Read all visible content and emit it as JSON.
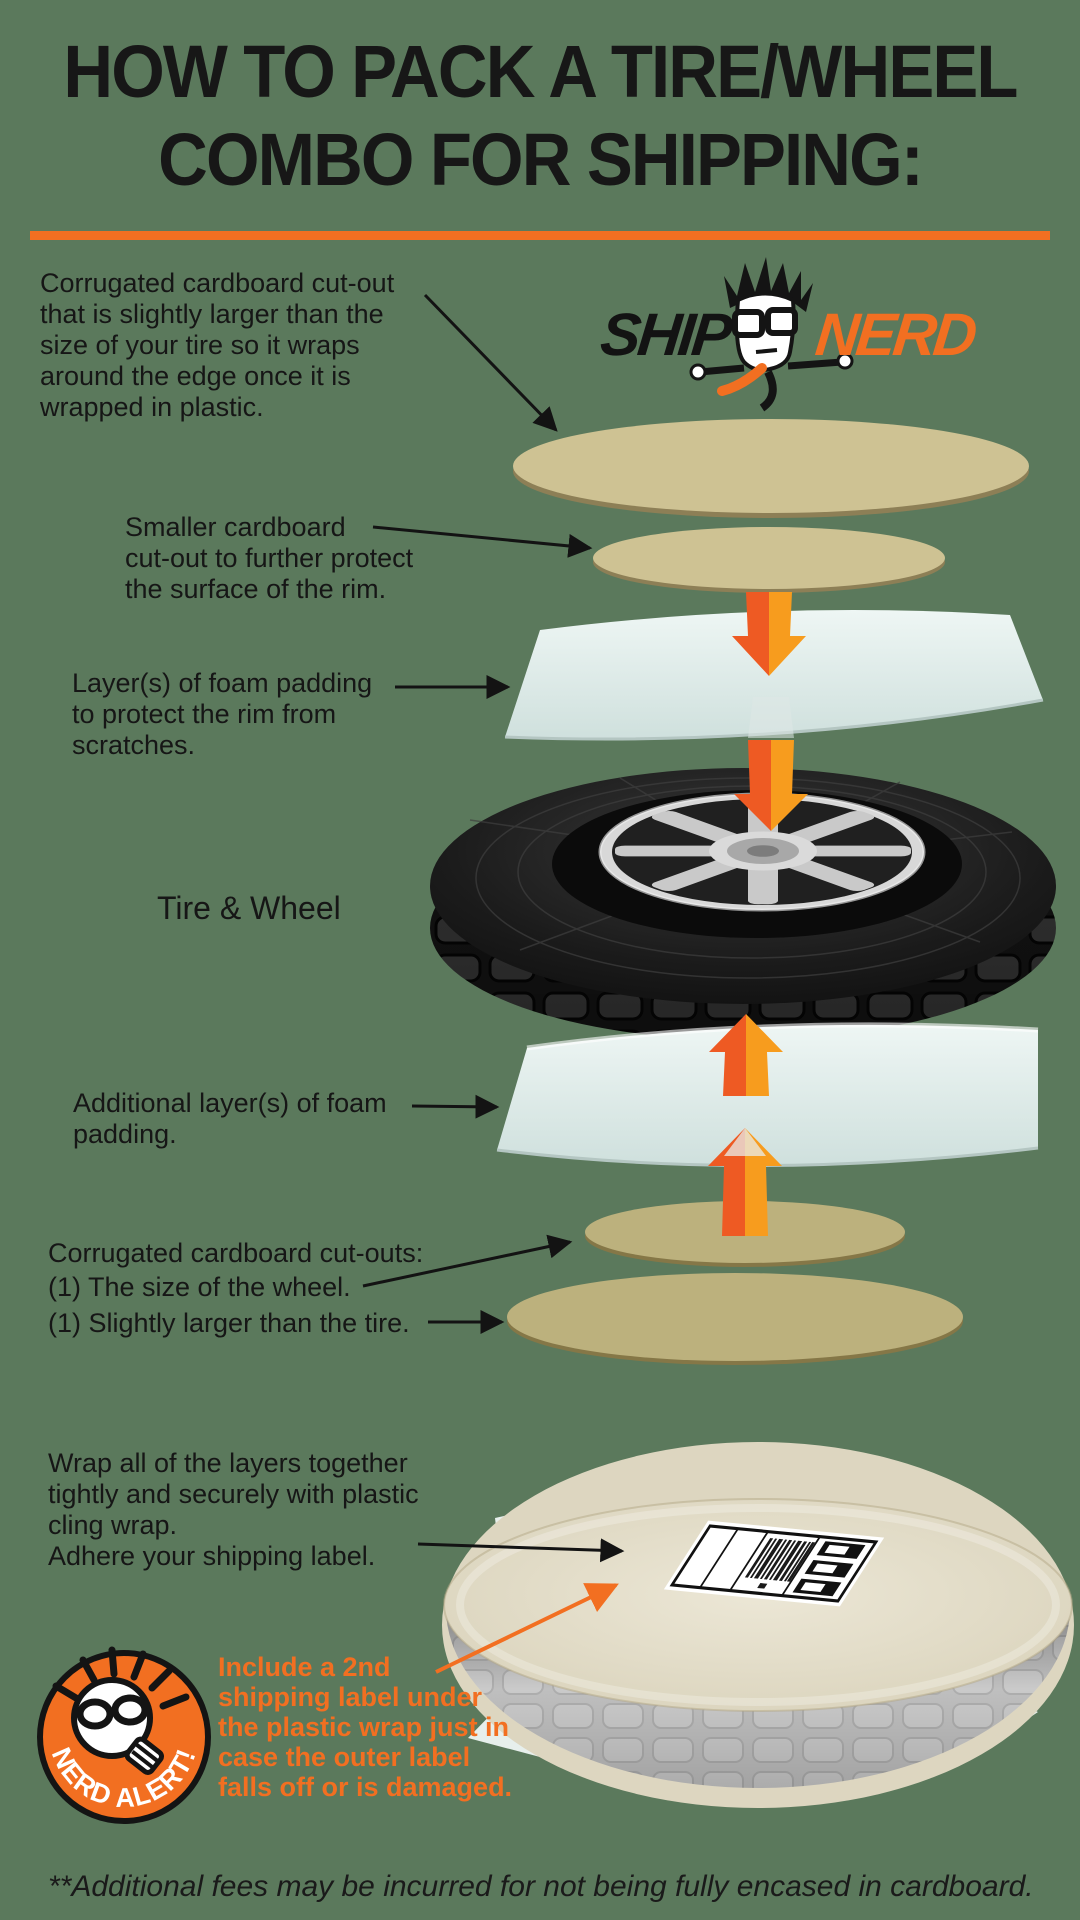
{
  "colors": {
    "background": "#5b795c",
    "accent_orange": "#f26f21",
    "cardboard_tan": "#cec293",
    "cardboard_tan_dark": "#bcb17d",
    "foam_blue": "#e8f1ef",
    "text_dark": "#161616"
  },
  "title": {
    "text": "HOW TO PACK A TIRE/WHEEL\nCOMBO FOR SHIPPING:"
  },
  "logo": {
    "ship": "SHIP",
    "nerd": "NERD"
  },
  "labels": {
    "top_cardboard": "Corrugated cardboard cut-out\nthat is slightly larger than the\nsize of your tire so it wraps\naround the edge once it is\nwrapped in plastic.",
    "smaller_cardboard": "Smaller cardboard\ncut-out to further protect\nthe surface of the rim.",
    "foam": "Layer(s) of foam padding\nto protect the rim from\nscratches.",
    "tire_wheel": "Tire & Wheel",
    "additional_foam": "Additional layer(s) of foam\npadding.",
    "cutouts_header": "Corrugated cardboard cut-outs:",
    "cutout_wheel": "(1) The size of the wheel.",
    "cutout_tire": "(1) Slightly larger than the tire.",
    "wrap_instructions": "Wrap all of the layers together\ntightly and securely with plastic\ncling wrap.\nAdhere your shipping label."
  },
  "nerd_alert": {
    "badge": "NERD ALERT!",
    "note": "Include a 2nd\nshipping label under\nthe plastic wrap just in\ncase the outer label\nfalls off or is damaged."
  },
  "footer": "**Additional fees may be incurred for not being fully encased in cardboard."
}
